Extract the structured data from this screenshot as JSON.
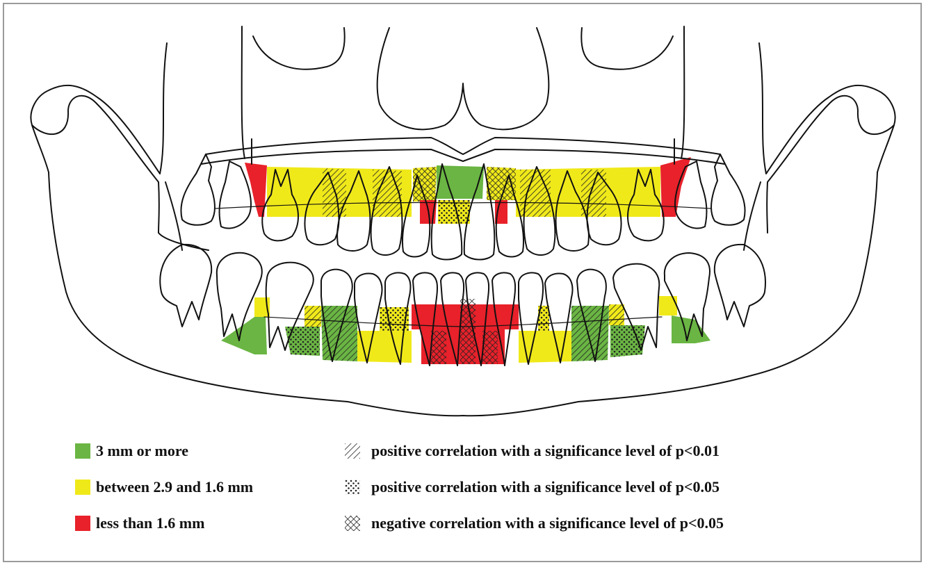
{
  "legend": {
    "colors": [
      {
        "label": "3 mm or more",
        "color": "#6ab543"
      },
      {
        "label": "between 2.9 and 1.6 mm",
        "color": "#f0e91a"
      },
      {
        "label": "less than 1.6 mm",
        "color": "#e8212a"
      }
    ],
    "patterns": [
      {
        "label": "positive correlation with a significance level of p<0.01",
        "pattern": "diagonal-hatch"
      },
      {
        "label": "positive correlation with a significance level of p<0.05",
        "pattern": "dots"
      },
      {
        "label": "negative correlation with a significance level of p<0.05",
        "pattern": "cross-hatch"
      }
    ]
  },
  "colors": {
    "green": "#6ab543",
    "yellow": "#f0e91a",
    "red": "#e8212a",
    "outline": "#111111"
  }
}
